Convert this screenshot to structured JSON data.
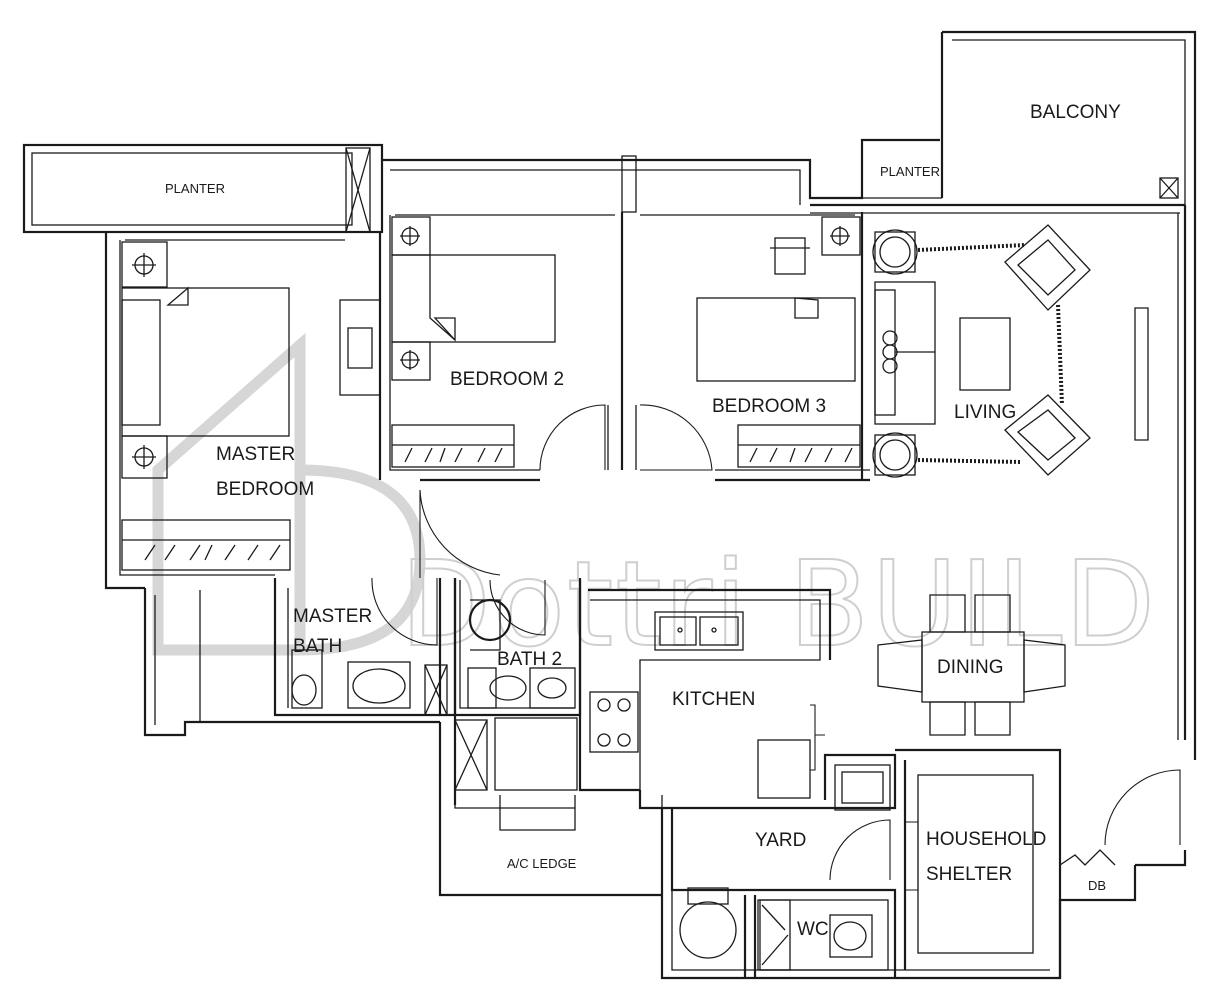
{
  "rooms": {
    "balcony": "BALCONY",
    "planter_top": "PLANTER",
    "planter_right": "PLANTER",
    "master_bedroom_line1": "MASTER",
    "master_bedroom_line2": "BEDROOM",
    "bedroom2": "BEDROOM 2",
    "bedroom3": "BEDROOM 3",
    "living": "LIVING",
    "master_bath_line1": "MASTER",
    "master_bath_line2": "BATH",
    "bath2": "BATH 2",
    "kitchen": "KITCHEN",
    "dining": "DINING",
    "yard": "YARD",
    "household_shelter_line1": "HOUSEHOLD",
    "household_shelter_line2": "SHELTER",
    "ac_ledge": "A/C LEDGE",
    "wc": "WC",
    "db": "DB"
  },
  "watermark": {
    "text": "Dottri BUILD"
  },
  "colors": {
    "line": "#1a1a1a",
    "watermark": "#cfcfcf",
    "background": "#ffffff"
  }
}
